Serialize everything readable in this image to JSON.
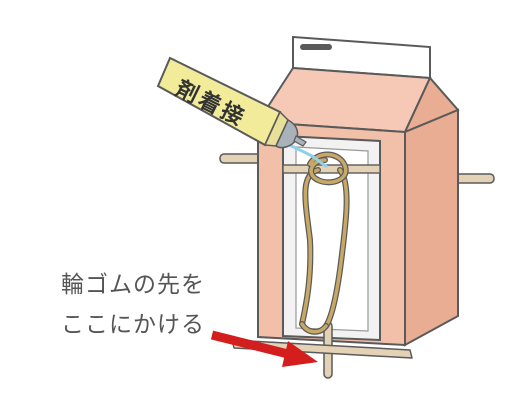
{
  "caption": {
    "line1": "輪ゴムの先を",
    "line2": "ここにかける"
  },
  "glue_tube": {
    "label_chars": [
      "接",
      "着",
      "剤"
    ]
  },
  "colors": {
    "carton": "#f2bfa8",
    "carton_roof_left": "#f5c9b5",
    "carton_roof_right": "#e9ad94",
    "stroke": "#5a5a5a",
    "window": "#f2f2f2",
    "stick": "#e3d2b6",
    "rubber_band": "#c8a865",
    "tube": "#f2ec9a",
    "arrow": "#d41e1e",
    "glue": "#8fd0ea",
    "caption": "#555555"
  }
}
